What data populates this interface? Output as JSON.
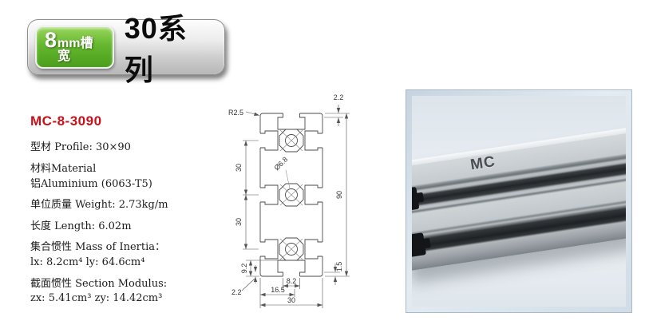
{
  "header": {
    "slot_number": "8",
    "slot_unit": "mm槽宽",
    "series_label": "30系列"
  },
  "specs": {
    "model": "MC-8-3090",
    "profile": "型材 Profile: 30×90",
    "material_line1": "材料Material",
    "material_line2": "铝Aluminium (6063-T5)",
    "weight": "单位质量 Weight: 2.73kg/m",
    "length": "长度 Length: 6.02m",
    "inertia_label": "集合惯性  Mass of Inertia：",
    "inertia_values": "lx: 8.2cm⁴  ly: 64.6cm⁴",
    "modulus_label": "截面惯性 Section Modulus:",
    "modulus_values": "zx: 5.41cm³  zy: 14.42cm³"
  },
  "drawing": {
    "dim_top_wall": "2.2",
    "dim_corner_radius": "R2.5",
    "dim_pitch_upper": "30",
    "dim_pitch_lower": "30",
    "dim_height": "90",
    "dim_lip": "1.5",
    "dim_slot_depth": "9.2",
    "dim_bottom_wall": "2.2",
    "dim_slot_opening": "8.2",
    "dim_center_offset": "16.5",
    "dim_width": "30",
    "dim_hole": "Ø6.8"
  },
  "photo": {
    "brand": "MC"
  },
  "colors": {
    "accent_red": "#c8101a",
    "badge_green": "#5eb52c"
  }
}
